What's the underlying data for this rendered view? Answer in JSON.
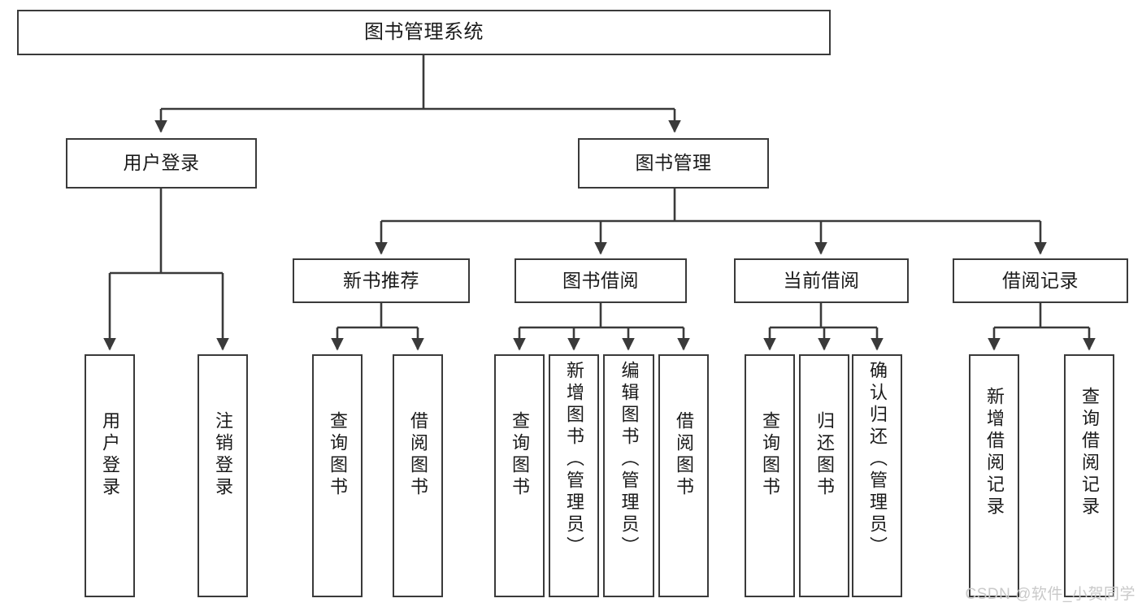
{
  "diagram": {
    "title": "图书管理系统",
    "watermark": "CSDN @软件_小贺同学",
    "line_color": "#3a3a3a",
    "box_fill": "#ffffff",
    "text_color": "#1a1a1a",
    "watermark_color": "#c9c9c9"
  },
  "nodes": {
    "root": {
      "label": "图书管理系统"
    },
    "level2": [
      {
        "label": "用户登录"
      },
      {
        "label": "图书管理"
      }
    ],
    "level3": [
      {
        "label": "新书推荐"
      },
      {
        "label": "图书借阅"
      },
      {
        "label": "当前借阅"
      },
      {
        "label": "借阅记录"
      }
    ],
    "leaves": {
      "user_login": [
        {
          "label": "用户登录"
        },
        {
          "label": "注销登录"
        }
      ],
      "new_book_recommend": [
        {
          "label": "查询图书"
        },
        {
          "label": "借阅图书"
        }
      ],
      "book_borrow": [
        {
          "label": "查询图书"
        },
        {
          "label": "新增图书（管理员）"
        },
        {
          "label": "编辑图书（管理员）"
        },
        {
          "label": "借阅图书"
        }
      ],
      "current_borrow": [
        {
          "label": "查询图书"
        },
        {
          "label": "归还图书"
        },
        {
          "label": "确认归还（管理员）"
        }
      ],
      "borrow_record": [
        {
          "label": "新增借阅记录"
        },
        {
          "label": "查询借阅记录"
        }
      ]
    }
  },
  "chart_data": {
    "type": "tree-diagram",
    "title": "图书管理系统",
    "root": "图书管理系统",
    "edges": [
      {
        "from": "图书管理系统",
        "to": "用户登录"
      },
      {
        "from": "图书管理系统",
        "to": "图书管理"
      },
      {
        "from": "用户登录",
        "to": "用户登录(leaf)"
      },
      {
        "from": "用户登录",
        "to": "注销登录"
      },
      {
        "from": "图书管理",
        "to": "新书推荐"
      },
      {
        "from": "图书管理",
        "to": "图书借阅"
      },
      {
        "from": "图书管理",
        "to": "当前借阅"
      },
      {
        "from": "图书管理",
        "to": "借阅记录"
      },
      {
        "from": "新书推荐",
        "to": "查询图书"
      },
      {
        "from": "新书推荐",
        "to": "借阅图书"
      },
      {
        "from": "图书借阅",
        "to": "查询图书"
      },
      {
        "from": "图书借阅",
        "to": "新增图书（管理员）"
      },
      {
        "from": "图书借阅",
        "to": "编辑图书（管理员）"
      },
      {
        "from": "图书借阅",
        "to": "借阅图书"
      },
      {
        "from": "当前借阅",
        "to": "查询图书"
      },
      {
        "from": "当前借阅",
        "to": "归还图书"
      },
      {
        "from": "当前借阅",
        "to": "确认归还（管理员）"
      },
      {
        "from": "借阅记录",
        "to": "新增借阅记录"
      },
      {
        "from": "借阅记录",
        "to": "查询借阅记录"
      }
    ]
  }
}
